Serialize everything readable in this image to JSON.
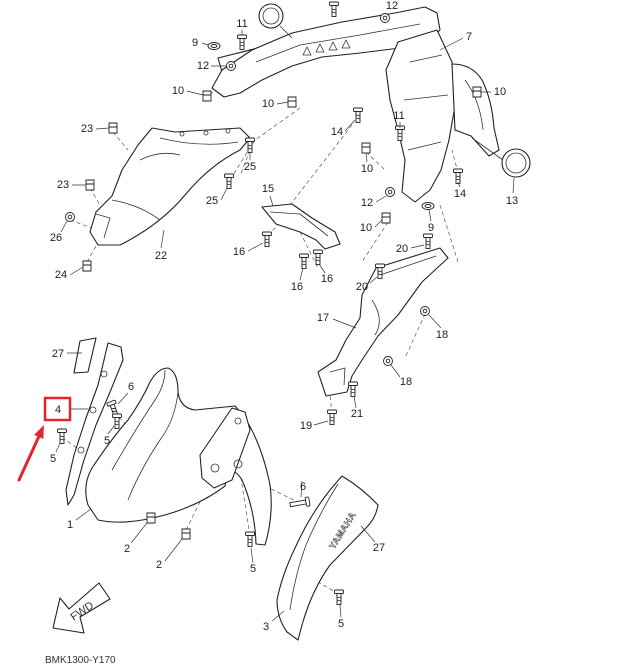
{
  "diagram": {
    "callouts": [
      "11",
      "12",
      "9",
      "12",
      "10",
      "10",
      "7",
      "10",
      "14",
      "11",
      "10",
      "12",
      "10",
      "14",
      "13",
      "9",
      "23",
      "23",
      "25",
      "25",
      "26",
      "22",
      "24",
      "15",
      "16",
      "16",
      "16",
      "20",
      "20",
      "17",
      "18",
      "18",
      "19",
      "21",
      "27",
      "4",
      "6",
      "5",
      "5",
      "1",
      "2",
      "2",
      "6",
      "27",
      "5",
      "5",
      "3"
    ],
    "fwd_label": "FWD",
    "logo_text": "YAMAHA",
    "footer_code": "BMK1300-Y170"
  },
  "colors": {
    "line": "#222222",
    "highlight": "#e3262e",
    "background": "#ffffff"
  }
}
